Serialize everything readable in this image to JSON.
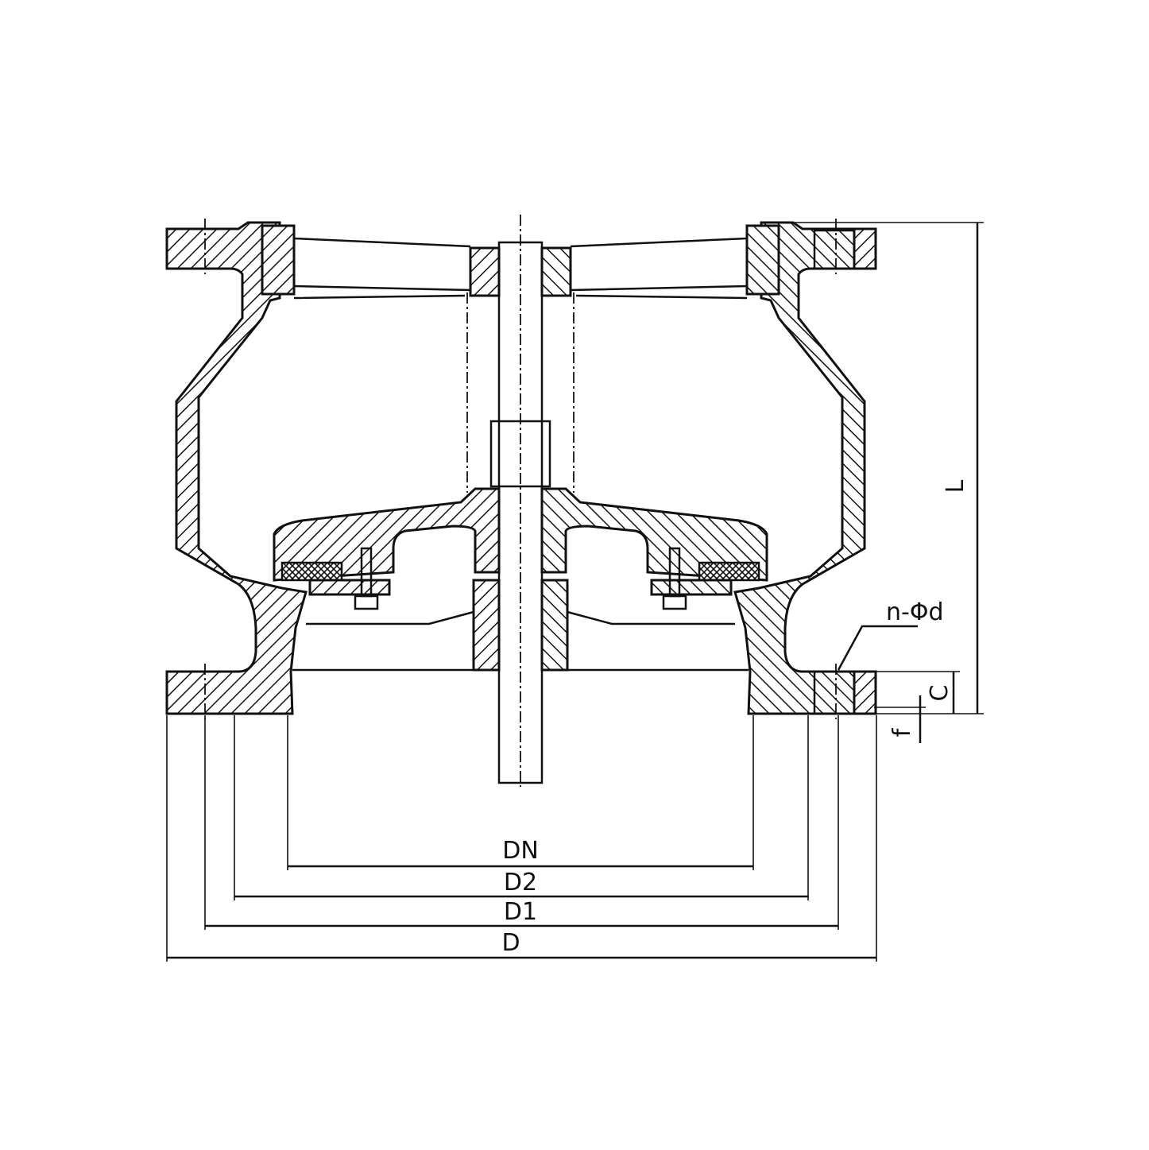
{
  "drawing": {
    "title": "Silent check valve cross-section",
    "dimensions": {
      "dn": "DN",
      "d2": "D2",
      "d1": "D1",
      "d": "D",
      "length": "L",
      "bolt_holes": "n-Φd",
      "flange_thickness": "C",
      "raised_face": "f"
    },
    "colors": {
      "line": "#111111",
      "background": "#ffffff"
    }
  }
}
